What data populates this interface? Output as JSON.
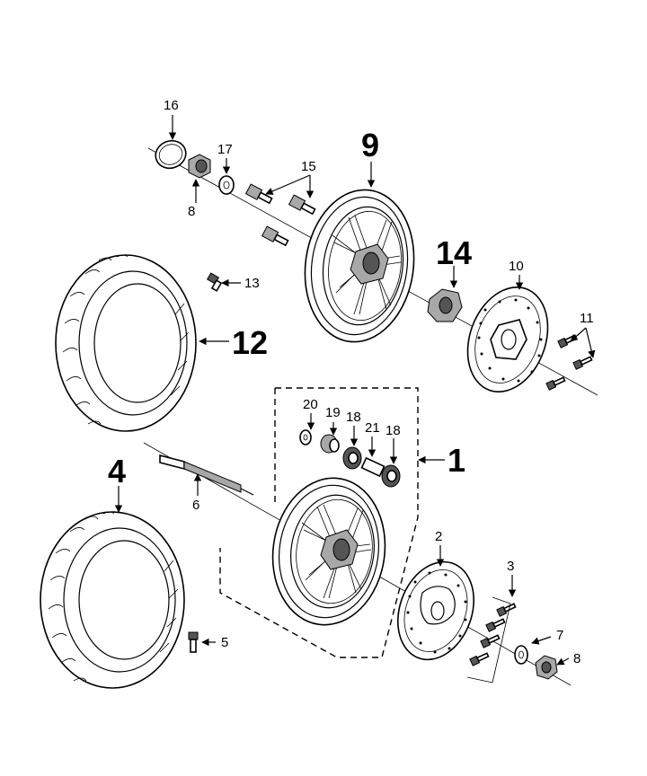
{
  "callouts": {
    "n1": "1",
    "n2": "2",
    "n3": "3",
    "n4": "4",
    "n5": "5",
    "n6": "6",
    "n7": "7",
    "n8_top": "8",
    "n8_bottom": "8",
    "n9": "9",
    "n10": "10",
    "n11": "11",
    "n12": "12",
    "n13": "13",
    "n14": "14",
    "n15": "15",
    "n16": "16",
    "n17": "17",
    "n18_left": "18",
    "n18_right": "18",
    "n19": "19",
    "n20": "20",
    "n21": "21"
  }
}
